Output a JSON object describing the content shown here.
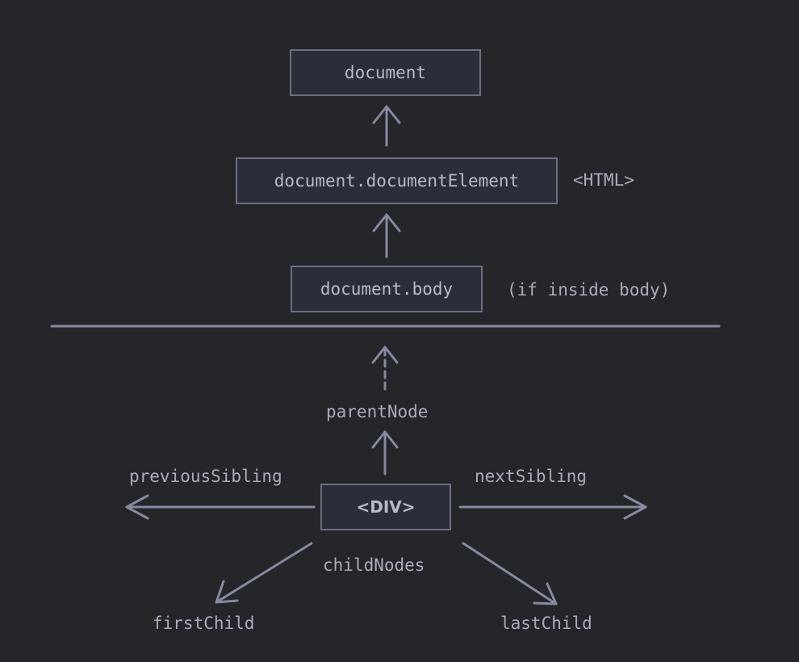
{
  "nodes": {
    "document": "document",
    "document_element": "document.documentElement",
    "document_body": "document.body",
    "div": "<DIV>"
  },
  "labels": {
    "html_tag": "<HTML>",
    "if_inside_body": "(if inside body)",
    "parent_node": "parentNode",
    "previous_sibling": "previousSibling",
    "next_sibling": "nextSibling",
    "child_nodes": "childNodes",
    "first_child": "firstChild",
    "last_child": "lastChild"
  },
  "colors": {
    "background": "#252629",
    "box_fill": "#2b2e38",
    "stroke": "#6b6f82",
    "text": "#b7bacb"
  }
}
